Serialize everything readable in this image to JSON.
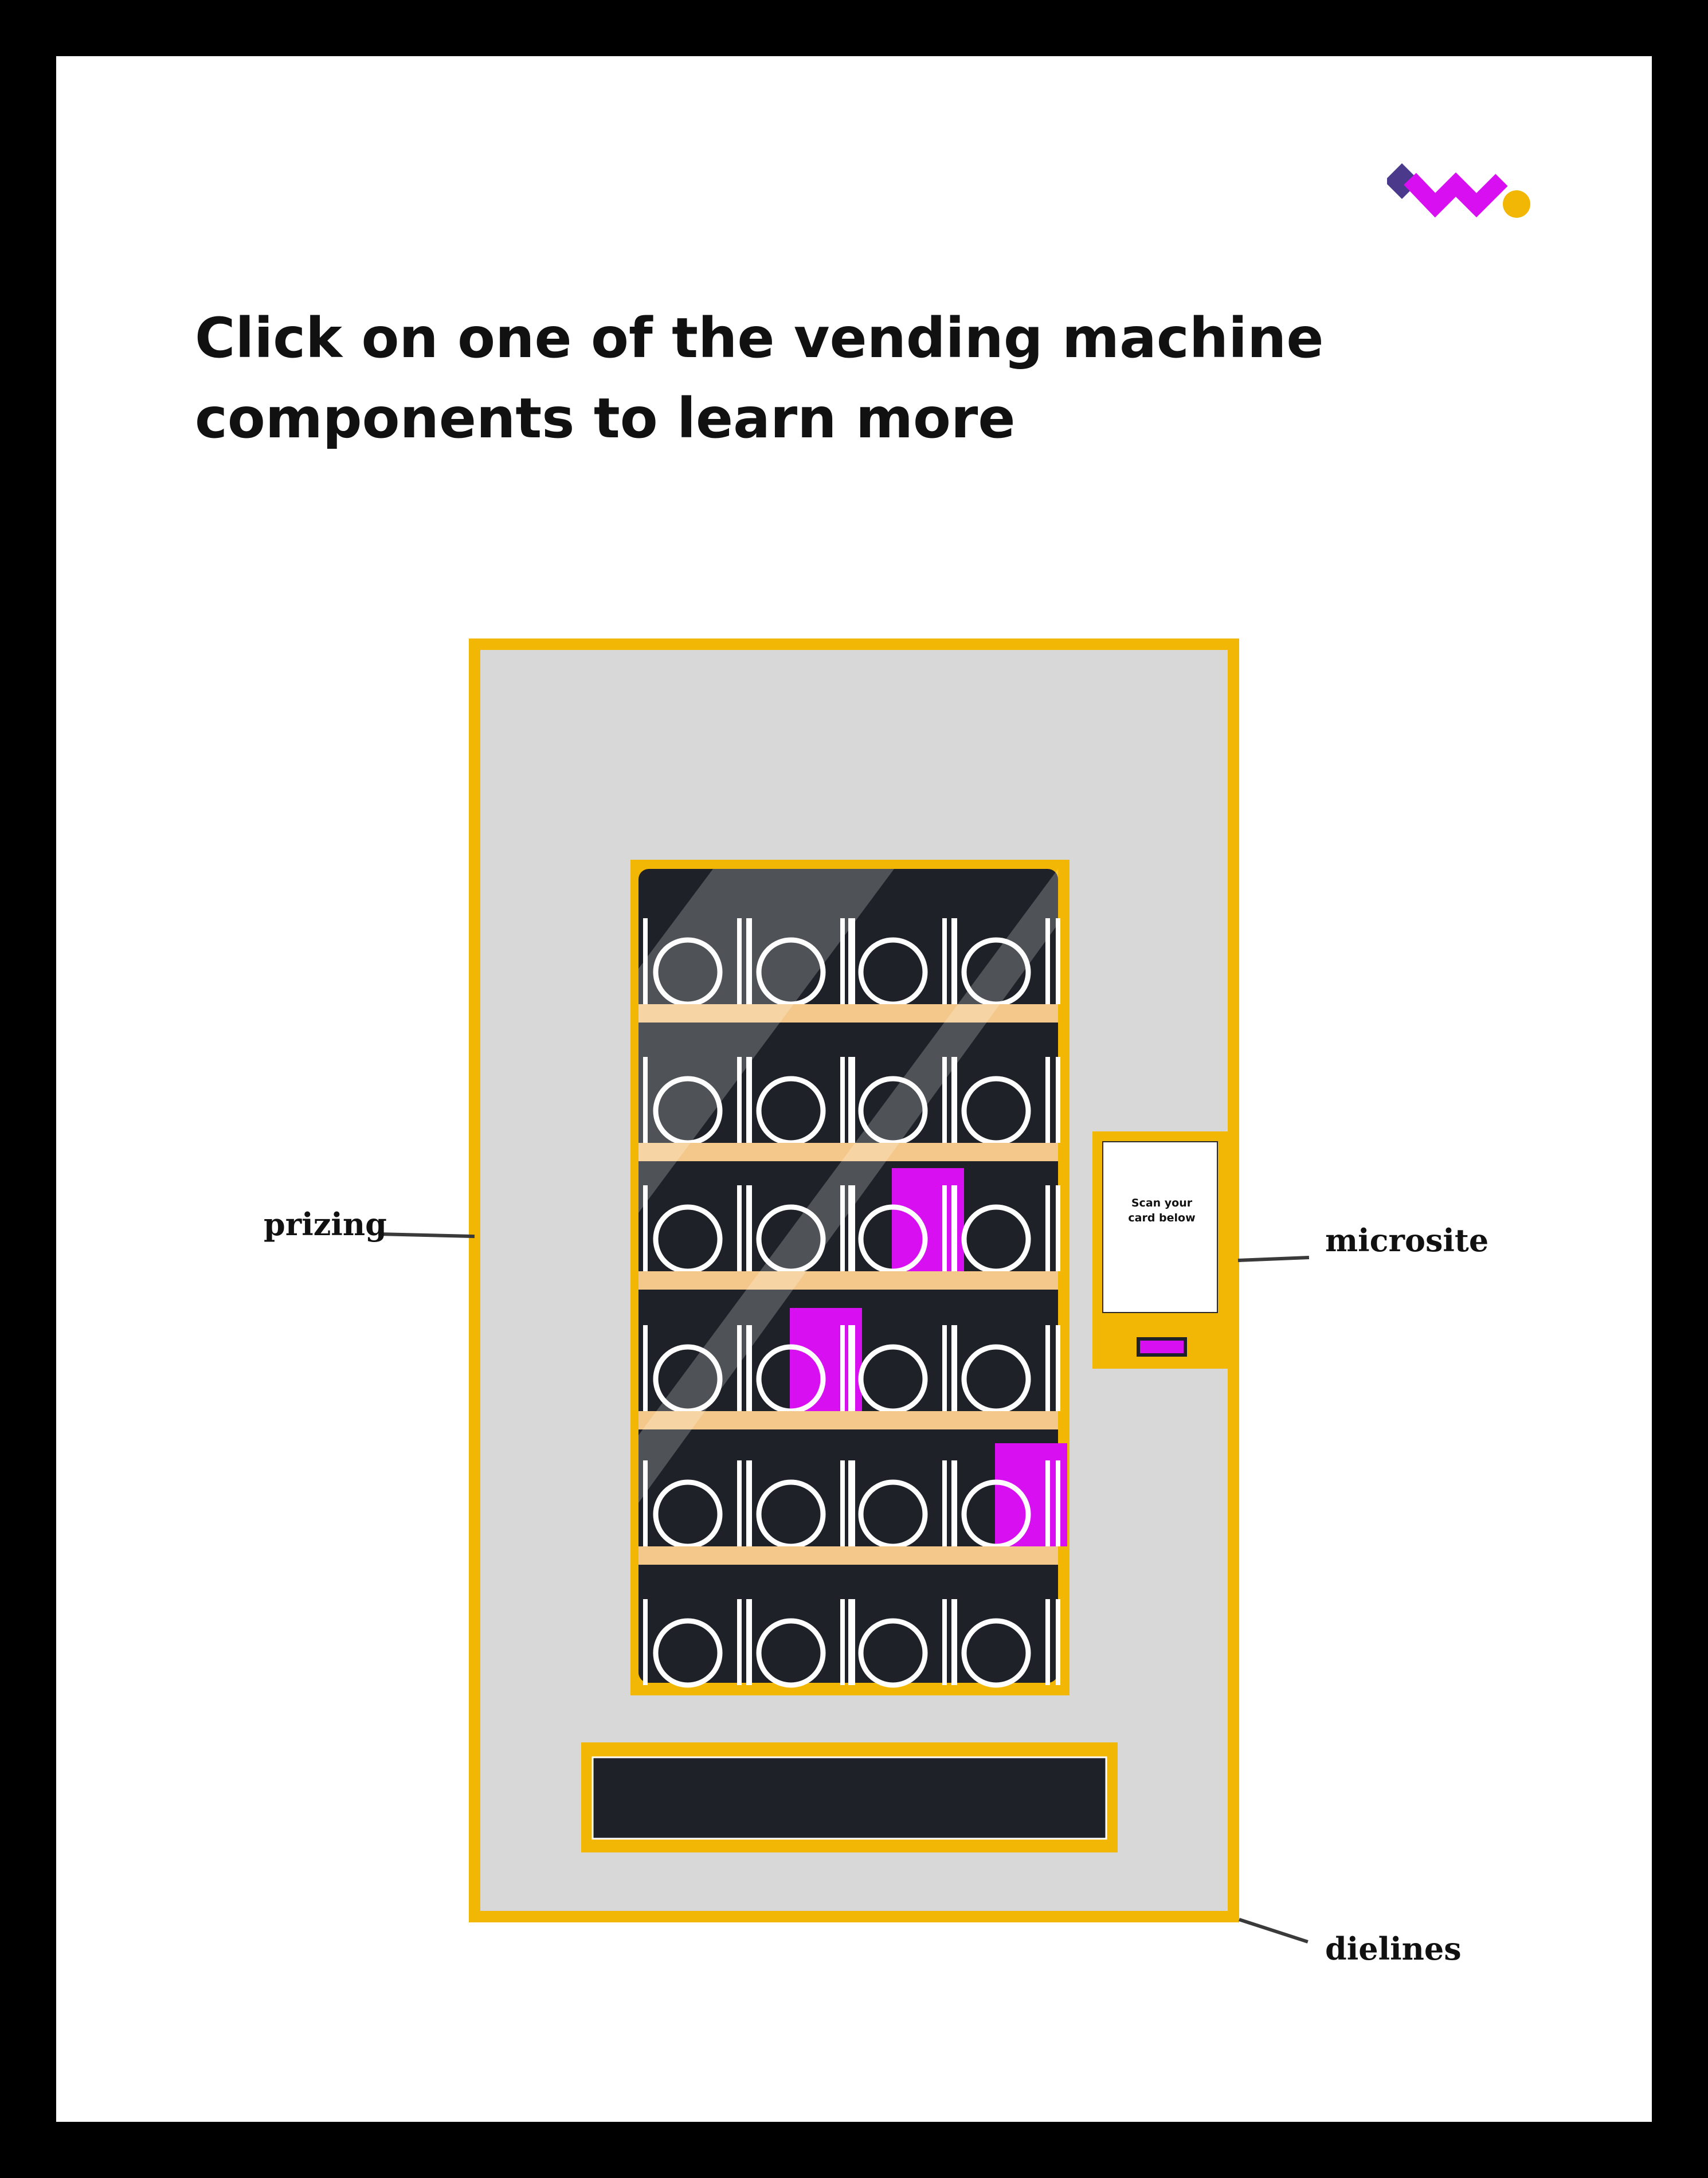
{
  "header": {
    "line1": "Click on one of the vending machine",
    "line2": "components to learn more"
  },
  "labels": {
    "prizing": "prizing",
    "microsite": "microsite",
    "dielines": "dielines"
  },
  "kiosk": {
    "screen_line1": "Scan your",
    "screen_line2": "card below"
  },
  "colors": {
    "accent_yellow": "#F2B705",
    "machine_gray": "#D8D8D8",
    "glass_dark": "#1E2228",
    "shelf_tan": "#F4C88A",
    "product_magenta": "#D80FF0",
    "logo_purple": "#4B3A8C"
  },
  "icons": {
    "logo": "brand-logo-icon"
  }
}
